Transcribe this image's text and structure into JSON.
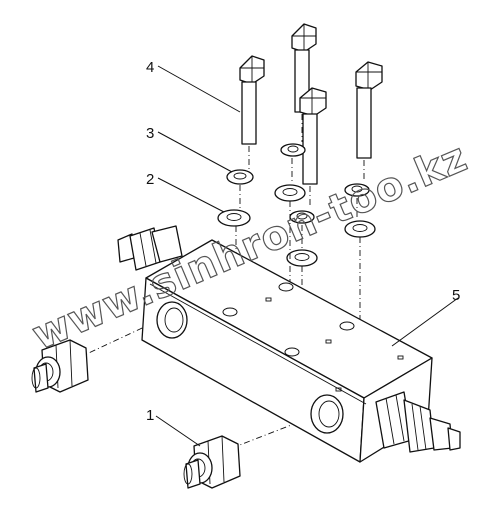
{
  "callouts": [
    {
      "id": "1",
      "label": "1"
    },
    {
      "id": "2",
      "label": "2"
    },
    {
      "id": "3",
      "label": "3"
    },
    {
      "id": "4",
      "label": "4"
    },
    {
      "id": "5",
      "label": "5"
    }
  ],
  "watermark": "www.sinhron-too.kz",
  "colors": {
    "line": "#111111",
    "background": "#ffffff"
  }
}
